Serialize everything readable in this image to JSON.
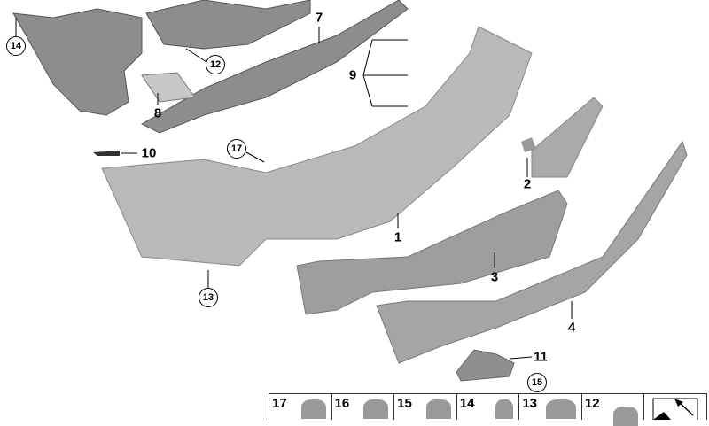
{
  "callouts": [
    {
      "id": "14",
      "circled": true
    },
    {
      "id": "8",
      "circled": false
    },
    {
      "id": "12",
      "circled": true
    },
    {
      "id": "7",
      "circled": false
    },
    {
      "id": "9",
      "circled": false
    },
    {
      "id": "10",
      "circled": false
    },
    {
      "id": "17",
      "circled": true
    },
    {
      "id": "2",
      "circled": false
    },
    {
      "id": "1",
      "circled": false
    },
    {
      "id": "3",
      "circled": false
    },
    {
      "id": "4",
      "circled": false
    },
    {
      "id": "13",
      "circled": true
    },
    {
      "id": "11",
      "circled": false
    },
    {
      "id": "15",
      "circled": true
    }
  ],
  "legend": [
    {
      "id": "17",
      "icon": "clip-icon"
    },
    {
      "id": "16",
      "icon": "nut-clip-icon"
    },
    {
      "id": "15",
      "icon": "hex-bolt-icon"
    },
    {
      "id": "14",
      "icon": "washer-screw-icon"
    },
    {
      "id": "13",
      "icon": "flange-screw-icon"
    },
    {
      "id": "12",
      "icon": "expanding-nut-icon"
    },
    {
      "id": "",
      "icon": "direction-arrow-icon"
    }
  ],
  "colors": {
    "part": "#b5b5b5",
    "dark_part": "#8a8a8a",
    "line": "#000000"
  }
}
